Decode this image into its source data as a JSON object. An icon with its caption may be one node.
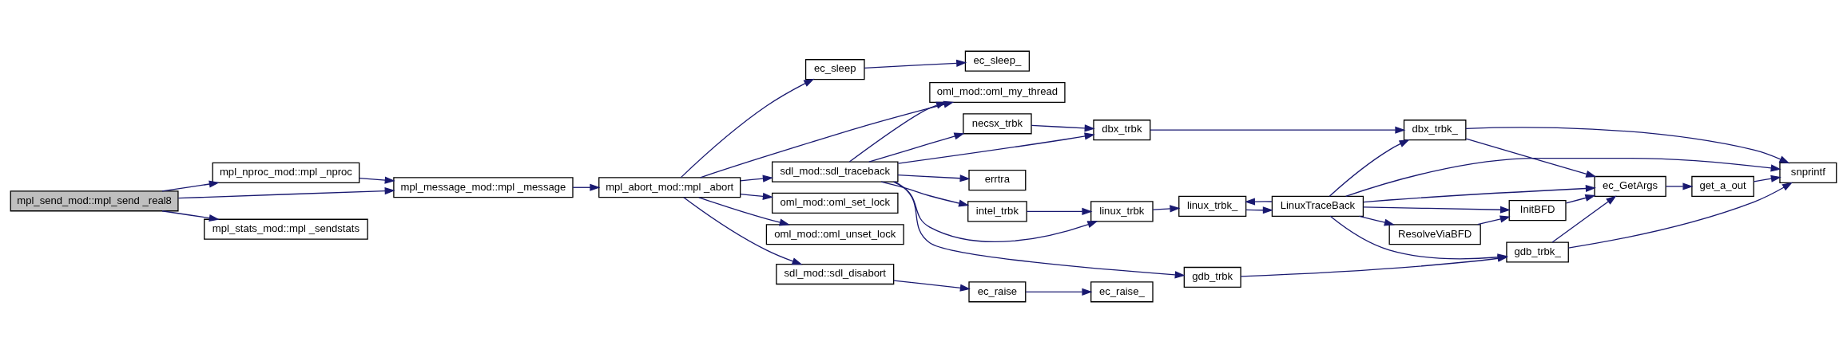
{
  "diagram": {
    "nodes": [
      {
        "text": [
          "mpl_send_mod::mpl_send _real8"
        ]
      },
      {
        "text": [
          "mpl_nproc_mod::mpl _nproc"
        ]
      },
      {
        "text": [
          "mpl_message_mod::mpl _message"
        ]
      },
      {
        "text": [
          "mpl_stats_mod::mpl _sendstats"
        ]
      },
      {
        "text": [
          "mpl_abort_mod::mpl _abort"
        ]
      },
      {
        "text": [
          "ec_sleep"
        ]
      },
      {
        "text": [
          "oml_mod::oml_my_thread"
        ]
      },
      {
        "text": [
          "oml_mod::oml_set_lock"
        ]
      },
      {
        "text": [
          "sdl_mod::sdl_traceback"
        ]
      },
      {
        "text": [
          "oml_mod::oml_unset_lock"
        ]
      },
      {
        "text": [
          "sdl_mod::sdl_disabort"
        ]
      },
      {
        "text": [
          "ec_sleep_"
        ]
      },
      {
        "text": [
          "gdb_trbk"
        ]
      },
      {
        "text": [
          "intel_trbk"
        ]
      },
      {
        "text": [
          "linux_trbk"
        ]
      },
      {
        "text": [
          "errtra"
        ]
      },
      {
        "text": [
          "necsx_trbk"
        ]
      },
      {
        "text": [
          "dbx_trbk"
        ]
      },
      {
        "text": [
          "ec_raise"
        ]
      },
      {
        "text": [
          "ec_raise_"
        ]
      },
      {
        "text": [
          "linux_trbk_"
        ]
      },
      {
        "text": [
          "LinuxTraceBack"
        ]
      },
      {
        "text": [
          "gdb_trbk_"
        ]
      },
      {
        "text": [
          "ResolveViaBFD"
        ]
      },
      {
        "text": [
          "InitBFD"
        ]
      },
      {
        "text": [
          "dbx_trbk_"
        ]
      },
      {
        "text": [
          "ec_GetArgs"
        ]
      },
      {
        "text": [
          "get_a_out"
        ]
      },
      {
        "text": [
          "snprintf"
        ]
      }
    ],
    "edges": [
      {
        "from": 0,
        "to": 1,
        "arrow": "to"
      },
      {
        "from": 0,
        "to": 2,
        "arrow": "to"
      },
      {
        "from": 0,
        "to": 3,
        "arrow": "to"
      },
      {
        "from": 1,
        "to": 2,
        "arrow": "to"
      },
      {
        "from": 2,
        "to": 4,
        "arrow": "to"
      },
      {
        "from": 4,
        "to": 5,
        "arrow": "to"
      },
      {
        "from": 4,
        "to": 6,
        "arrow": "to"
      },
      {
        "from": 4,
        "to": 7,
        "arrow": "to"
      },
      {
        "from": 4,
        "to": 8,
        "arrow": "to"
      },
      {
        "from": 4,
        "to": 9,
        "arrow": "to"
      },
      {
        "from": 4,
        "to": 10,
        "arrow": "to"
      },
      {
        "from": 5,
        "to": 11,
        "arrow": "to"
      },
      {
        "from": 8,
        "to": 6,
        "arrow": "to"
      },
      {
        "from": 8,
        "to": 12,
        "arrow": "to"
      },
      {
        "from": 8,
        "to": 13,
        "arrow": "to"
      },
      {
        "from": 8,
        "to": 14,
        "arrow": "to"
      },
      {
        "from": 8,
        "to": 15,
        "arrow": "to"
      },
      {
        "from": 8,
        "to": 16,
        "arrow": "to"
      },
      {
        "from": 8,
        "to": 17,
        "arrow": "to"
      },
      {
        "from": 10,
        "to": 18,
        "arrow": "to"
      },
      {
        "from": 18,
        "to": 19,
        "arrow": "to"
      },
      {
        "from": 12,
        "to": 22,
        "arrow": "to"
      },
      {
        "from": 13,
        "to": 14,
        "arrow": "to"
      },
      {
        "from": 14,
        "to": 20,
        "arrow": "to"
      },
      {
        "from": 16,
        "to": 17,
        "arrow": "to"
      },
      {
        "from": 17,
        "to": 25,
        "arrow": "to"
      },
      {
        "from": 20,
        "to": 21,
        "arrow": "to"
      },
      {
        "from": 21,
        "to": 20,
        "arrow": "to"
      },
      {
        "from": 21,
        "to": 22,
        "arrow": "to"
      },
      {
        "from": 21,
        "to": 23,
        "arrow": "to"
      },
      {
        "from": 21,
        "to": 24,
        "arrow": "to"
      },
      {
        "from": 21,
        "to": 26,
        "arrow": "to"
      },
      {
        "from": 21,
        "to": 25,
        "arrow": "to"
      },
      {
        "from": 21,
        "to": 28,
        "arrow": "to"
      },
      {
        "from": 22,
        "to": 26,
        "arrow": "to"
      },
      {
        "from": 22,
        "to": 28,
        "arrow": "to"
      },
      {
        "from": 23,
        "to": 24,
        "arrow": "to"
      },
      {
        "from": 24,
        "to": 26,
        "arrow": "to"
      },
      {
        "from": 25,
        "to": 26,
        "arrow": "to"
      },
      {
        "from": 25,
        "to": 28,
        "arrow": "to"
      },
      {
        "from": 26,
        "to": 27,
        "arrow": "to"
      },
      {
        "from": 27,
        "to": 28,
        "arrow": "to"
      }
    ]
  }
}
